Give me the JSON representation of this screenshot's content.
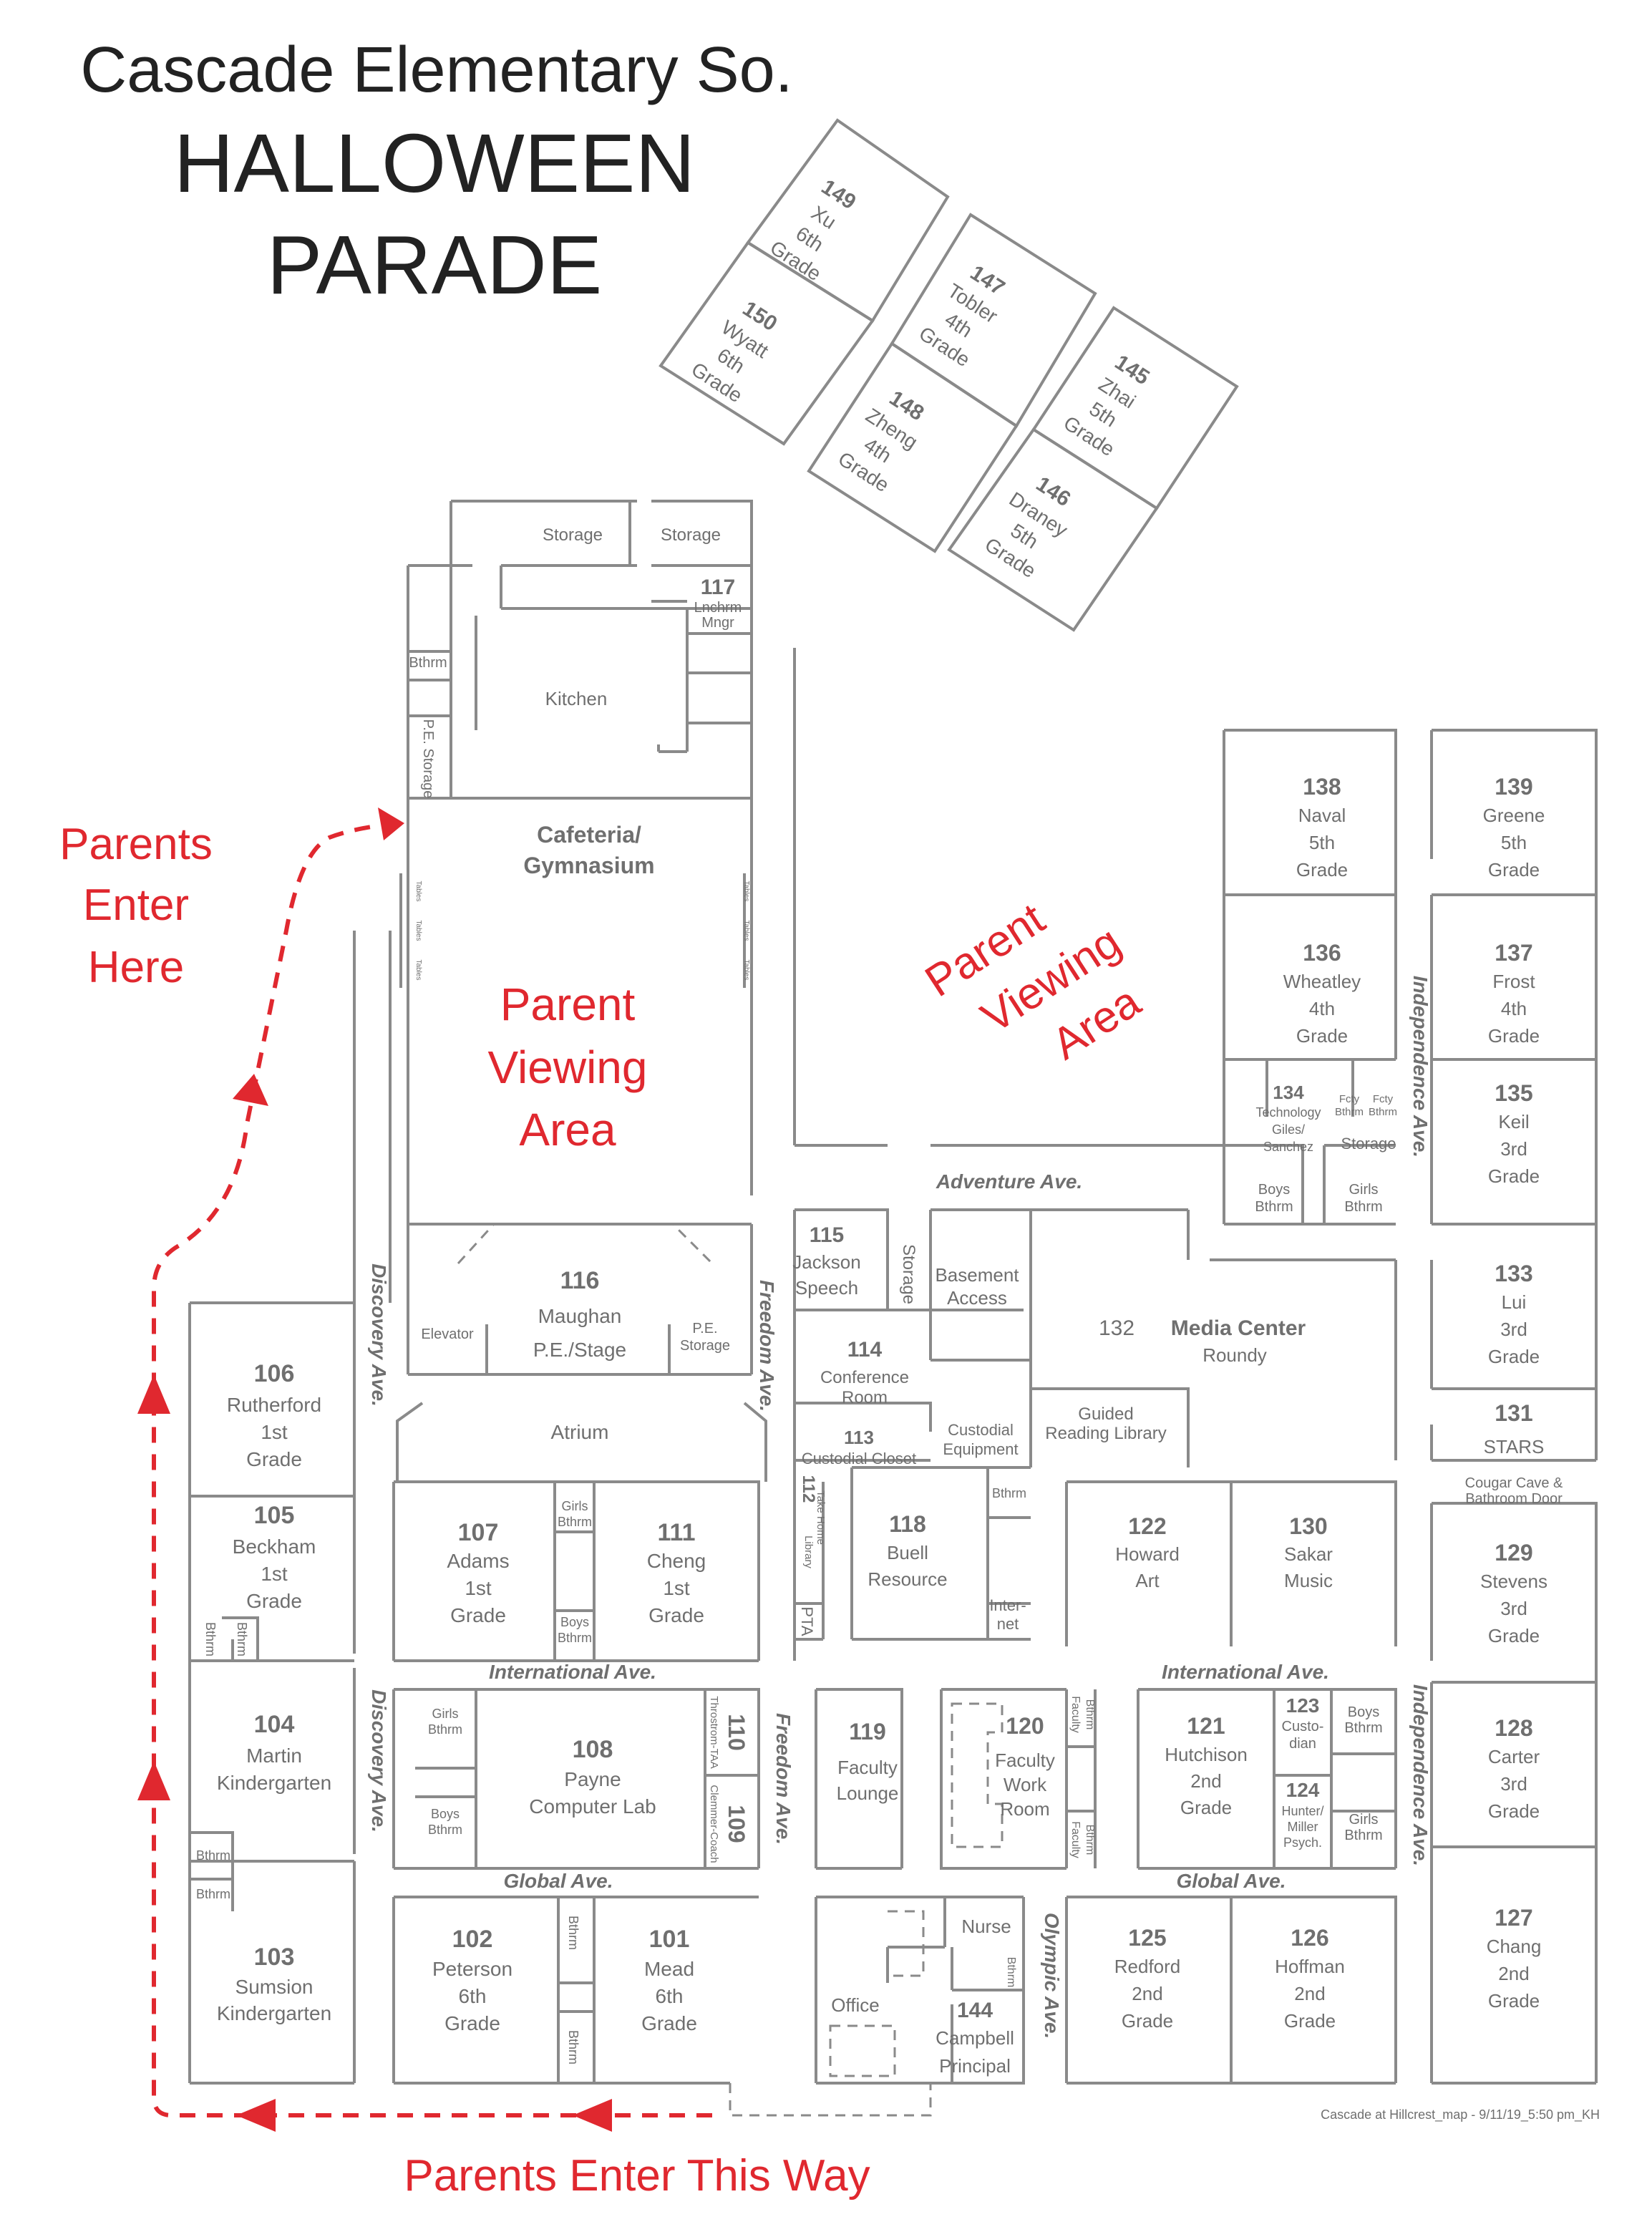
{
  "title": {
    "line1": "Cascade Elementary So.",
    "line2": "HALLOWEEN",
    "line3": "PARADE"
  },
  "red_labels": {
    "enter_here": [
      "Parents",
      "Enter",
      "Here"
    ],
    "viewing_left": [
      "Parent",
      "Viewing",
      "Area"
    ],
    "viewing_right": [
      "Parent",
      "Viewing",
      "Area"
    ],
    "enter_this_way": "Parents Enter This Way"
  },
  "halls": {
    "adventure": "Adventure Ave.",
    "discovery_upper": "Discovery Ave.",
    "discovery_lower": "Discovery Ave.",
    "freedom_upper": "Freedom Ave.",
    "freedom_lower": "Freedom Ave.",
    "international_left": "International Ave.",
    "international_right": "International Ave.",
    "global_left": "Global Ave.",
    "global_right": "Global Ave.",
    "olympic": "Olympic Ave.",
    "independence_upper": "Independence Ave.",
    "independence_lower": "Independence Ave."
  },
  "portables": {
    "r149": [
      "149",
      "Xu",
      "6th",
      "Grade"
    ],
    "r150": [
      "150",
      "Wyatt",
      "6th",
      "Grade"
    ],
    "r147": [
      "147",
      "Tobler",
      "4th",
      "Grade"
    ],
    "r148": [
      "148",
      "Zheng",
      "4th",
      "Grade"
    ],
    "r145": [
      "145",
      "Zhai",
      "5th",
      "Grade"
    ],
    "r146": [
      "146",
      "Draney",
      "5th",
      "Grade"
    ]
  },
  "rooms": {
    "storage_a": "Storage",
    "storage_b": "Storage",
    "r117": [
      "117",
      "Lnchrm",
      "Mngr"
    ],
    "bthrm_kitchen": "Bthrm",
    "kitchen": "Kitchen",
    "pe_storage_upper": "P.E. Storage",
    "cafeteria": [
      "Cafeteria/",
      "Gymnasium"
    ],
    "tables": "Tables",
    "r116": [
      "116",
      "Maughan",
      "P.E./Stage"
    ],
    "elevator": "Elevator",
    "pe_storage_stage": [
      "P.E.",
      "Storage"
    ],
    "atrium": "Atrium",
    "r106": [
      "106",
      "Rutherford",
      "1st",
      "Grade"
    ],
    "r105": [
      "105",
      "Beckham",
      "1st",
      "Grade"
    ],
    "bthrm_105a": "Bthrm",
    "bthrm_105b": "Bthrm",
    "r104": [
      "104",
      "Martin",
      "Kindergarten"
    ],
    "bthrm_104a": "Bthrm",
    "bthrm_104b": "Bthrm",
    "r103": [
      "103",
      "Sumsion",
      "Kindergarten"
    ],
    "r107": [
      "107",
      "Adams",
      "1st",
      "Grade"
    ],
    "girls_bthrm_107": [
      "Girls",
      "Bthrm"
    ],
    "boys_bthrm_107": [
      "Boys",
      "Bthrm"
    ],
    "r111": [
      "111",
      "Cheng",
      "1st",
      "Grade"
    ],
    "girls_bthrm_108": [
      "Girls",
      "Bthrm"
    ],
    "boys_bthrm_108": [
      "Boys",
      "Bthrm"
    ],
    "r108": [
      "108",
      "Payne",
      "Computer Lab"
    ],
    "r110": [
      "110",
      "Throstrom-TAA"
    ],
    "r109": [
      "109",
      "Clemmer-Coach"
    ],
    "r102": [
      "102",
      "Peterson",
      "6th",
      "Grade"
    ],
    "bthrm_102a": "Bthrm",
    "bthrm_102b": "Bthrm",
    "r101": [
      "101",
      "Mead",
      "6th",
      "Grade"
    ],
    "r115": [
      "115",
      "Jackson",
      "Speech"
    ],
    "storage_115": "Storage",
    "basement": [
      "Basement",
      "Access"
    ],
    "r114": [
      "114",
      "Conference",
      "Room"
    ],
    "r113": [
      "113",
      "Custodial Closet"
    ],
    "custodial_equipment": [
      "Custodial",
      "Equipment"
    ],
    "r112": [
      "112",
      "Take Home",
      "Library"
    ],
    "pta": "PTA",
    "r118": [
      "118",
      "Buell",
      "Resource"
    ],
    "bthrm_118": "Bthrm",
    "internet": [
      "Inter-",
      "net"
    ],
    "r132": [
      "132",
      "Media Center",
      "Roundy"
    ],
    "guided_reading": [
      "Guided",
      "Reading Library"
    ],
    "r122": [
      "122",
      "Howard",
      "Art"
    ],
    "r130": [
      "130",
      "Sakar",
      "Music"
    ],
    "r119": [
      "119",
      "Faculty",
      "Lounge"
    ],
    "r120": [
      "120",
      "Faculty",
      "Work",
      "Room"
    ],
    "faculty_bthrm_a": [
      "Faculty",
      "Bthrm"
    ],
    "faculty_bthrm_b": [
      "Faculty",
      "Bthrm"
    ],
    "r121": [
      "121",
      "Hutchison",
      "2nd",
      "Grade"
    ],
    "r123": [
      "123",
      "Custo-",
      "dian"
    ],
    "r124": [
      "124",
      "Hunter/",
      "Miller",
      "Psych."
    ],
    "boys_bthrm_123": [
      "Boys",
      "Bthrm"
    ],
    "girls_bthrm_124": [
      "Girls",
      "Bthrm"
    ],
    "nurse": "Nurse",
    "bthrm_nurse": "Bthrm",
    "office": "Office",
    "r144": [
      "144",
      "Campbell",
      "Principal"
    ],
    "r125": [
      "125",
      "Redford",
      "2nd",
      "Grade"
    ],
    "r126": [
      "126",
      "Hoffman",
      "2nd",
      "Grade"
    ],
    "r138": [
      "138",
      "Naval",
      "5th",
      "Grade"
    ],
    "r136": [
      "136",
      "Wheatley",
      "4th",
      "Grade"
    ],
    "r134": [
      "134",
      "Technology",
      "Giles/",
      "Sanchez"
    ],
    "fcty_bthrm_a": [
      "Fcty",
      "Bthrm"
    ],
    "fcty_bthrm_b": [
      "Fcty",
      "Bthrm"
    ],
    "storage_134": "Storage",
    "boys_bthrm_134": [
      "Boys",
      "Bthrm"
    ],
    "girls_bthrm_134": [
      "Girls",
      "Bthrm"
    ],
    "r139": [
      "139",
      "Greene",
      "5th",
      "Grade"
    ],
    "r137": [
      "137",
      "Frost",
      "4th",
      "Grade"
    ],
    "r135": [
      "135",
      "Keil",
      "3rd",
      "Grade"
    ],
    "r133": [
      "133",
      "Lui",
      "3rd",
      "Grade"
    ],
    "r131": [
      "131",
      "STARS"
    ],
    "cougar_cave": [
      "Cougar Cave &",
      "Bathroom Door"
    ],
    "r129": [
      "129",
      "Stevens",
      "3rd",
      "Grade"
    ],
    "r128": [
      "128",
      "Carter",
      "3rd",
      "Grade"
    ],
    "r127": [
      "127",
      "Chang",
      "2nd",
      "Grade"
    ]
  },
  "credit": "Cascade at Hillcrest_map - 9/11/19_5:50 pm_KH"
}
